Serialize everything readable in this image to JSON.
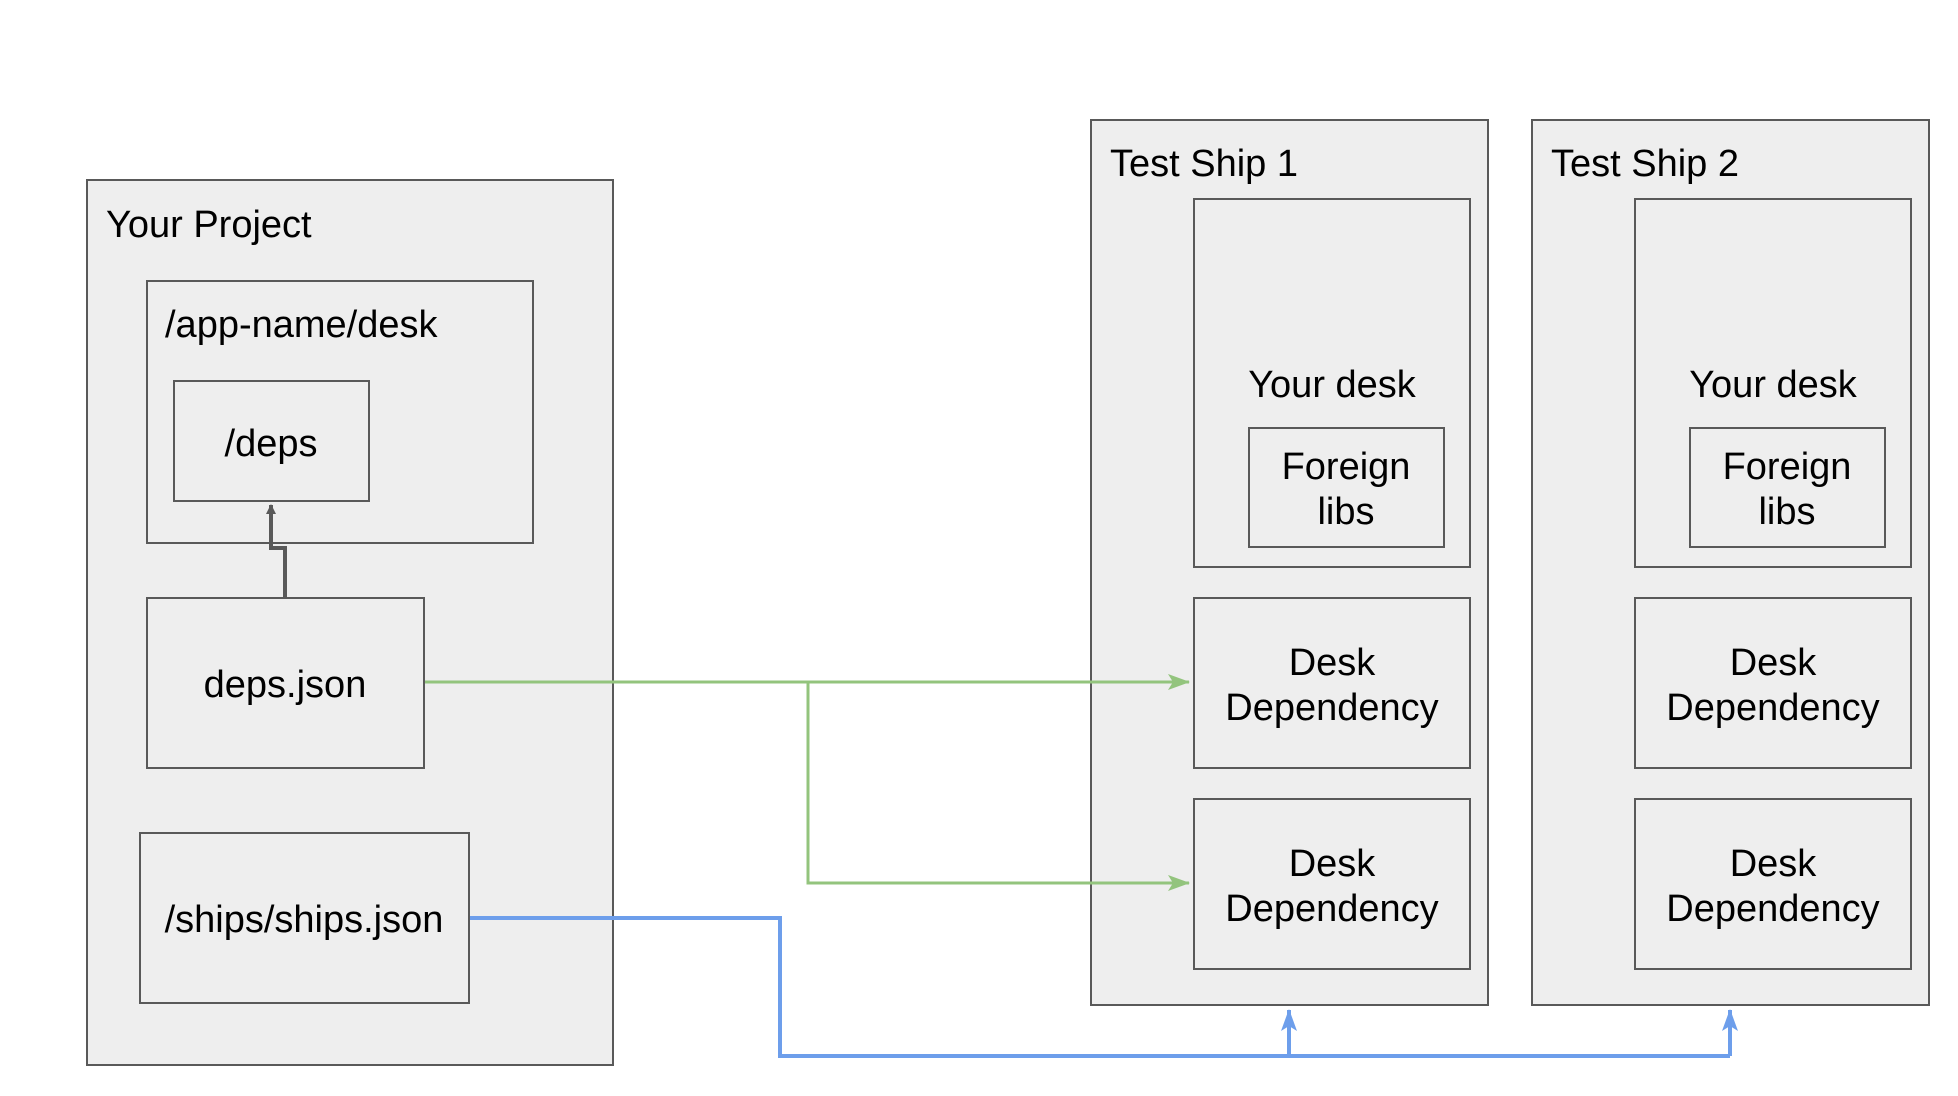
{
  "colors": {
    "box_fill": "#eeeeee",
    "box_stroke": "#595959",
    "arrow_dark": "#595959",
    "arrow_green": "#93c47d",
    "arrow_blue": "#6d9eeb"
  },
  "project": {
    "title": "Your Project",
    "desk_path": "/app-name/desk",
    "deps_dir": "/deps",
    "deps_file": "deps.json",
    "ships_file": "/ships/ships.json"
  },
  "ships": [
    {
      "title": "Test Ship 1",
      "desk_label": "Your desk",
      "foreign_libs": [
        "Foreign",
        "libs"
      ],
      "dependencies": [
        [
          "Desk",
          "Dependency"
        ],
        [
          "Desk",
          "Dependency"
        ]
      ]
    },
    {
      "title": "Test Ship 2",
      "desk_label": "Your desk",
      "foreign_libs": [
        "Foreign",
        "libs"
      ],
      "dependencies": [
        [
          "Desk",
          "Dependency"
        ],
        [
          "Desk",
          "Dependency"
        ]
      ]
    }
  ]
}
